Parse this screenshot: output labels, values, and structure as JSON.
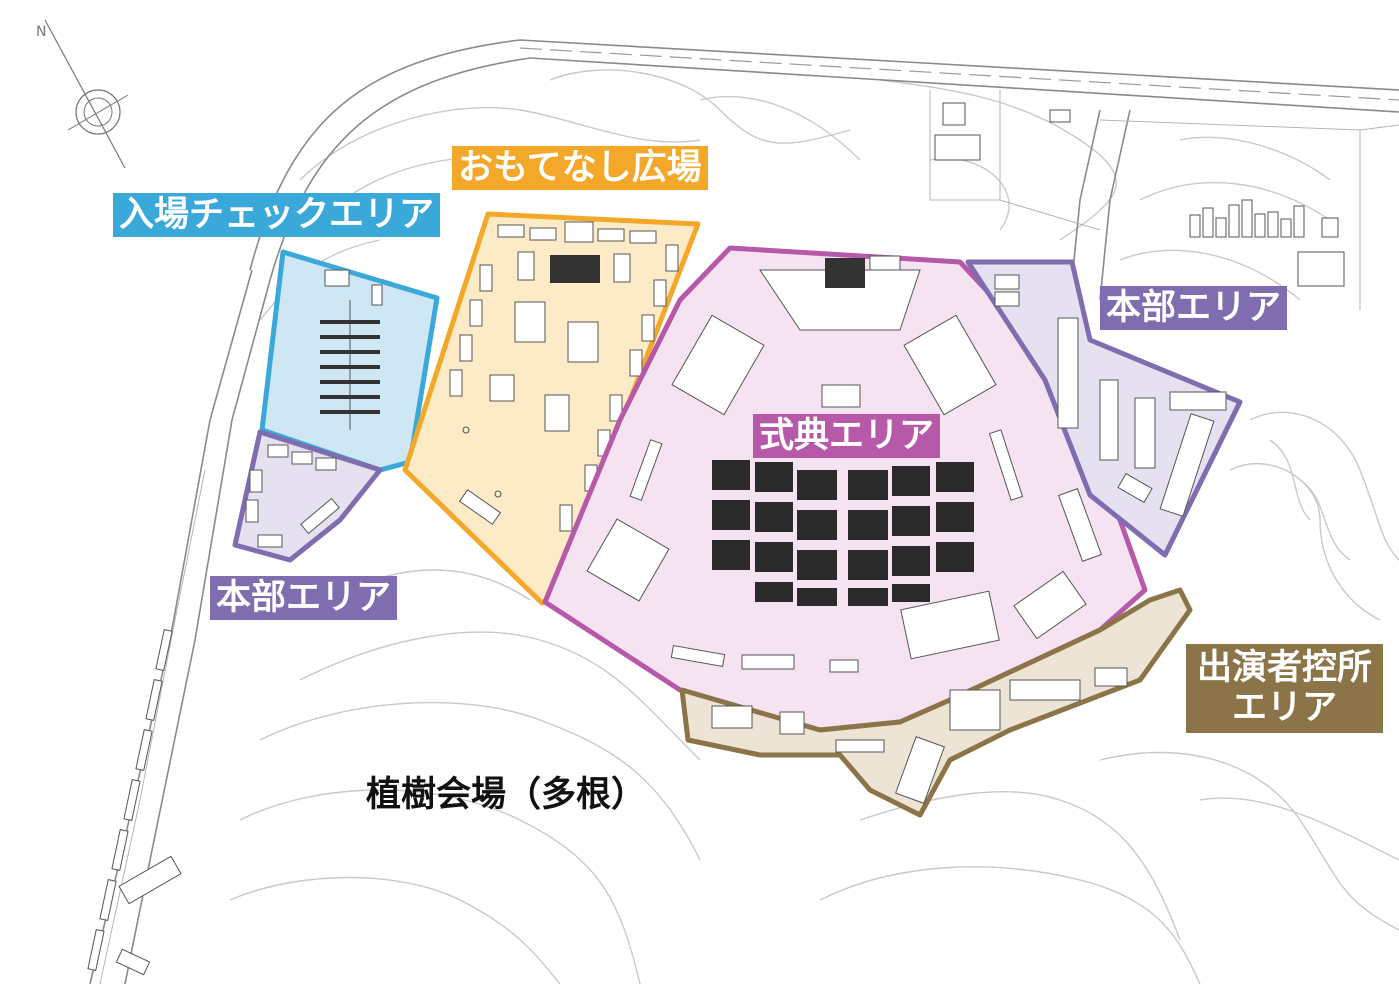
{
  "map": {
    "venue_title": "植樹会場（多根）",
    "north_marker": "N",
    "areas": [
      {
        "id": "entry",
        "label": "入場チェックエリア",
        "color": "#3aa9d9",
        "fill": "#cfe7f5"
      },
      {
        "id": "omotenashi",
        "label": "おもてなし広場",
        "color": "#f3a82a",
        "fill": "#fdebc8"
      },
      {
        "id": "honbu_left",
        "label": "本部エリア",
        "color": "#7f6db0",
        "fill": "#e6e1f0"
      },
      {
        "id": "honbu_right",
        "label": "本部エリア",
        "color": "#7f6db0",
        "fill": "#e6e1f0"
      },
      {
        "id": "ceremony",
        "label": "式典エリア",
        "color": "#b759a9",
        "fill": "#f5e3f1"
      },
      {
        "id": "performer",
        "label": "出演者控所エリア",
        "color": "#8c7449",
        "fill": "#ede4d6"
      }
    ]
  }
}
